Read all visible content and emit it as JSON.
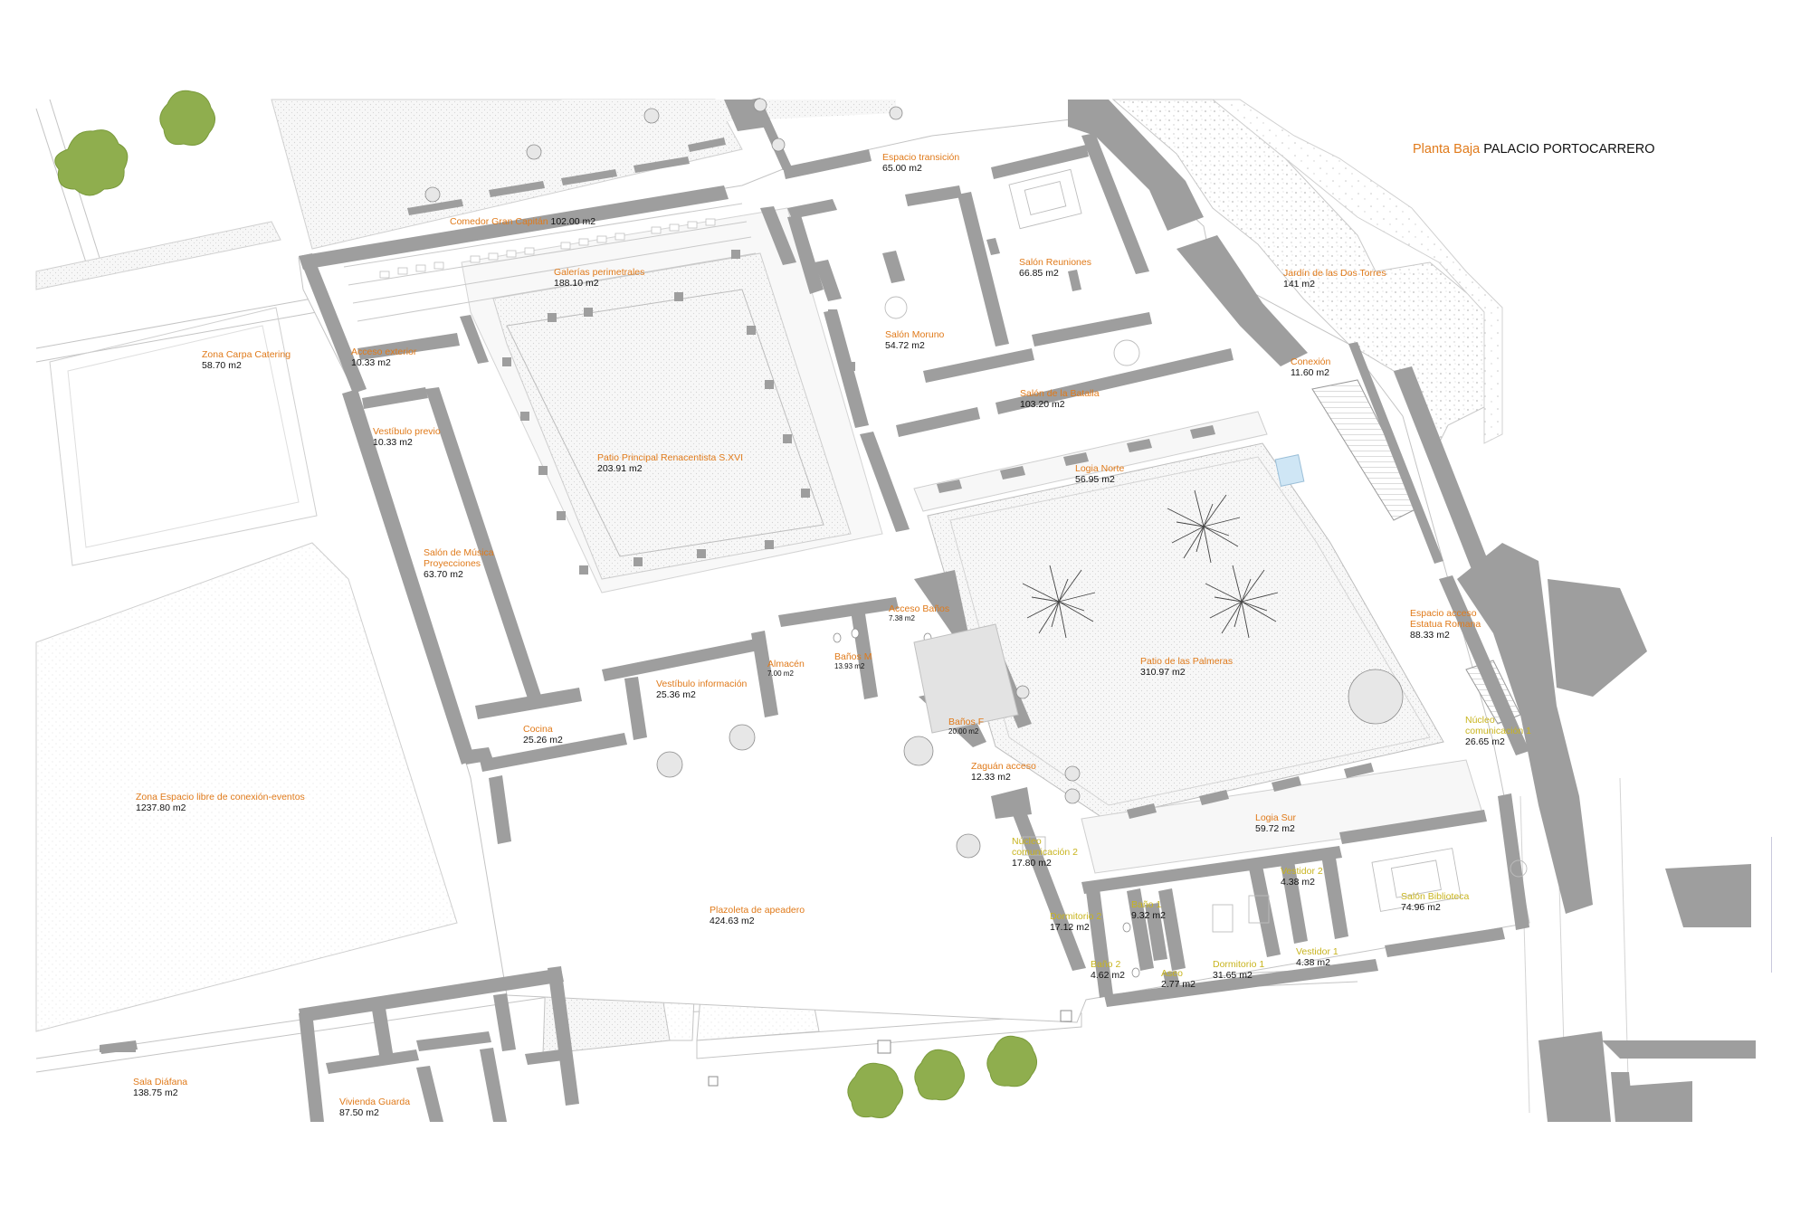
{
  "title": {
    "level": "Planta Baja",
    "building": "PALACIO PORTOCARRERO"
  },
  "colors": {
    "wall": "#9e9e9e",
    "label_orange": "#e07a1a",
    "label_yellow": "#c8b41e",
    "area_text": "#111111",
    "lines": "#bdbdbd",
    "paving": "#f4f4f4",
    "tree": "#8fae4e"
  },
  "rooms": [
    {
      "name": "Espacio transición",
      "area": "65.00 m2"
    },
    {
      "name": "Comedor Gran Capitán",
      "area": "102.00 m2"
    },
    {
      "name": "Galerías perimetrales",
      "area": "188.10 m2"
    },
    {
      "name": "Salón Reuniones",
      "area": "66.85 m2"
    },
    {
      "name": "Jardín de las Dos Torres",
      "area": "141 m2"
    },
    {
      "name": "Zona Carpa Catering",
      "area": "58.70 m2"
    },
    {
      "name": "Acceso exterior",
      "area": "10.33 m2"
    },
    {
      "name": "Salón Moruno",
      "area": "54.72 m2"
    },
    {
      "name": "Conexión",
      "area": "11.60 m2"
    },
    {
      "name": "Vestíbulo previo",
      "area": "10.33 m2"
    },
    {
      "name": "Salón de la Batalla",
      "area": "103.20 m2"
    },
    {
      "name": "Patio Principal Renacentista S.XVI",
      "area": "203.91 m2"
    },
    {
      "name": "Logia Norte",
      "area": "56.95 m2"
    },
    {
      "name": "Salón de Música Proyecciones",
      "area": "63.70 m2"
    },
    {
      "name": "Acceso Baños",
      "area": "7.38 m2"
    },
    {
      "name": "Espacio acceso Estatua Romana",
      "area": "88.33 m2"
    },
    {
      "name": "Almacén",
      "area": "7.00 m2"
    },
    {
      "name": "Baños M",
      "area": "13.93 m2"
    },
    {
      "name": "Patio de las Palmeras",
      "area": "310.97 m2"
    },
    {
      "name": "Vestíbulo información",
      "area": "25.36 m2"
    },
    {
      "name": "Baños F",
      "area": "20.00 m2"
    },
    {
      "name": "Núcleo comunicación 1",
      "area": "26.65 m2"
    },
    {
      "name": "Cocina",
      "area": "25.26 m2"
    },
    {
      "name": "Zaguán acceso",
      "area": "12.33 m2"
    },
    {
      "name": "Zona Espacio libre de conexión-eventos",
      "area": "1237.80 m2"
    },
    {
      "name": "Logia Sur",
      "area": "59.72 m2"
    },
    {
      "name": "Núcleo comunicación 2",
      "area": "17.80 m2"
    },
    {
      "name": "Vestidor 2",
      "area": "4.38 m2"
    },
    {
      "name": "Baño 1",
      "area": "9.32 m2"
    },
    {
      "name": "Dormitorio 2",
      "area": "17.12 m2"
    },
    {
      "name": "Salón Biblioteca",
      "area": "74.96 m2"
    },
    {
      "name": "Plazoleta de apeadero",
      "area": "424.63 m2"
    },
    {
      "name": "Vestidor 1",
      "area": "4.38 m2"
    },
    {
      "name": "Baño 2",
      "area": "4.62 m2"
    },
    {
      "name": "Aseo",
      "area": "2.77 m2"
    },
    {
      "name": "Dormitorio 1",
      "area": "31.65 m2"
    },
    {
      "name": "Sala Diáfana",
      "area": "138.75 m2"
    },
    {
      "name": "Vivienda Guarda",
      "area": "87.50 m2"
    }
  ]
}
